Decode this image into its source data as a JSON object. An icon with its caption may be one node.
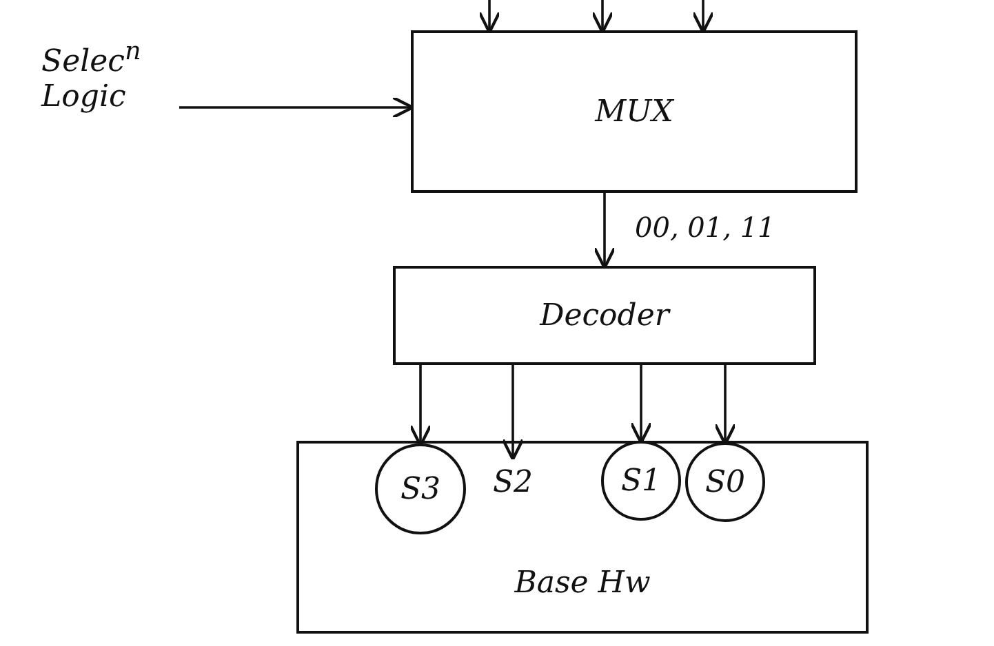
{
  "diagram": {
    "nodes": [
      {
        "text": [
          "Selec$^{n}$ Logic"
        ]
      },
      {
        "text": [
          "MUX"
        ]
      },
      {
        "text": [
          "Decoder"
        ]
      },
      {
        "text": [
          "Base Hw"
        ]
      },
      {
        "text": [
          "S3"
        ],
        "in": 3
      },
      {
        "text": [
          "S2"
        ],
        "in": 3
      },
      {
        "text": [
          "S1"
        ],
        "in": 3
      },
      {
        "text": [
          "S0"
        ],
        "in": 3
      }
    ],
    "edges": [
      {
        "from": null,
        "to": 1,
        "arrow": "to"
      },
      {
        "from": null,
        "to": 1,
        "arrow": "to"
      },
      {
        "from": null,
        "to": 1,
        "arrow": "to"
      },
      {
        "from": 0,
        "to": 1,
        "arrow": "to"
      },
      {
        "from": 1,
        "to": 2,
        "arrow": "to",
        "label": "00, 01, 11"
      },
      {
        "from": 2,
        "to": 4,
        "arrow": "to"
      },
      {
        "from": 2,
        "to": 5,
        "arrow": "to"
      },
      {
        "from": 2,
        "to": 6,
        "arrow": "to"
      },
      {
        "from": 2,
        "to": 7,
        "arrow": "to"
      }
    ]
  }
}
